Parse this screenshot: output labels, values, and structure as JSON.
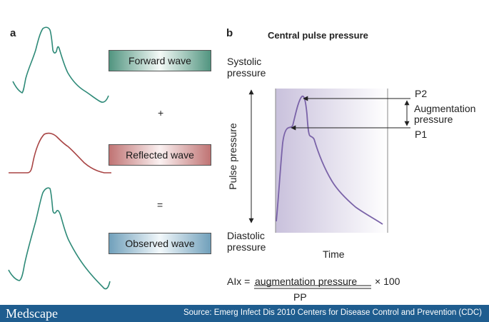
{
  "panel_a": {
    "label": "a",
    "boxes": [
      {
        "label": "Forward wave",
        "color": "#5fa08a"
      },
      {
        "label": "Reflected wave",
        "color": "#c47f7f"
      },
      {
        "label": "Observed wave",
        "color": "#7aa6bf"
      }
    ],
    "plus": "+",
    "equals": "=",
    "curve_colors": {
      "forward": "#2e8a78",
      "reflected": "#a84444",
      "observed": "#2e8a78"
    }
  },
  "panel_b": {
    "label": "b",
    "title": "Central pulse pressure",
    "systolic": [
      "Systolic",
      "pressure"
    ],
    "diastolic": [
      "Diastolic",
      "pressure"
    ],
    "y_axis": "Pulse pressure",
    "x_axis": "Time",
    "p2": "P2",
    "p1": "P1",
    "augmentation": [
      "Augmentation",
      "pressure"
    ],
    "curve_color": "#7a63a8",
    "formula": {
      "lhs": "AIx =",
      "numerator": "augmentation pressure",
      "times": "× 100",
      "denominator": "PP"
    }
  },
  "footer": {
    "brand": "Medscape",
    "source": "Source: Emerg Infect Dis 2010 Centers for Disease Control and Prevention (CDC)"
  }
}
